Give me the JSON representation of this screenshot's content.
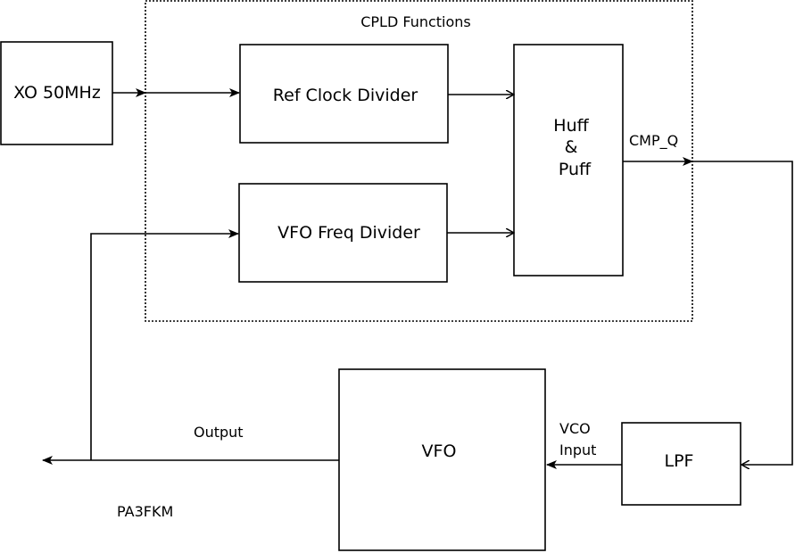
{
  "cpld_group": {
    "label": "CPLD Functions"
  },
  "blocks": {
    "xo": {
      "label": "XO 50MHz"
    },
    "ref_divider": {
      "label": "Ref Clock Divider"
    },
    "vfo_divider": {
      "label": "VFO Freq Divider"
    },
    "huff_puff": {
      "lines": [
        "Huff",
        "&",
        "Puff"
      ]
    },
    "vfo": {
      "label": "VFO"
    },
    "lpf": {
      "label": "LPF"
    }
  },
  "signals": {
    "cmp_q": "CMP_Q",
    "vco_input": [
      "VCO",
      "Input"
    ],
    "output": "Output"
  },
  "credit": "PA3FKM"
}
